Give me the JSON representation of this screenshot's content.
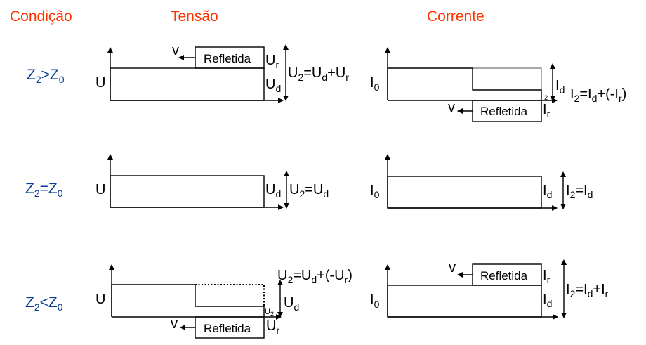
{
  "headers": {
    "condition": "Condição",
    "voltage": "Tensão",
    "current": "Corrente"
  },
  "rows": [
    {
      "condition": {
        "base": "Z",
        "sub1": "2",
        "op": ">",
        "base2": "Z",
        "sub2": "0"
      },
      "voltage": {
        "axis_label": "U",
        "reflected_box": "Refletida",
        "velocity": "v",
        "upper_label": {
          "base": "U",
          "sub": "r"
        },
        "lower_label": {
          "base": "U",
          "sub": "d"
        },
        "equation": "U₂=U_d+U_r"
      },
      "current": {
        "axis_label": {
          "base": "I",
          "sub": "0"
        },
        "reflected_box": "Refletida",
        "velocity": "v",
        "small_label": {
          "base": "I",
          "sub": "2"
        },
        "upper_label": {
          "base": "I",
          "sub": "d"
        },
        "lower_label": {
          "base": "I",
          "sub": "r"
        },
        "equation": "I₂=I_d+(-I_r)"
      }
    },
    {
      "condition": {
        "base": "Z",
        "sub1": "2",
        "op": "=",
        "base2": "Z",
        "sub2": "0"
      },
      "voltage": {
        "axis_label": "U",
        "label": {
          "base": "U",
          "sub": "d"
        },
        "equation": "U₂=U_d"
      },
      "current": {
        "axis_label": {
          "base": "I",
          "sub": "0"
        },
        "label": {
          "base": "I",
          "sub": "d"
        },
        "equation": "I₂=I_d"
      }
    },
    {
      "condition": {
        "base": "Z",
        "sub1": "2",
        "op": "<",
        "base2": "Z",
        "sub2": "0"
      },
      "voltage": {
        "axis_label": "U",
        "reflected_box": "Refletida",
        "velocity": "v",
        "small_label": {
          "base": "U",
          "sub": "2"
        },
        "upper_label": {
          "base": "U",
          "sub": "d"
        },
        "lower_label": {
          "base": "U",
          "sub": "r"
        },
        "equation": "U₂=U_d+(-U_r)"
      },
      "current": {
        "axis_label": {
          "base": "I",
          "sub": "0"
        },
        "reflected_box": "Refletida",
        "velocity": "v",
        "upper_label": {
          "base": "I",
          "sub": "r"
        },
        "lower_label": {
          "base": "I",
          "sub": "d"
        },
        "equation": "I₂=I_d+I_r"
      }
    }
  ]
}
